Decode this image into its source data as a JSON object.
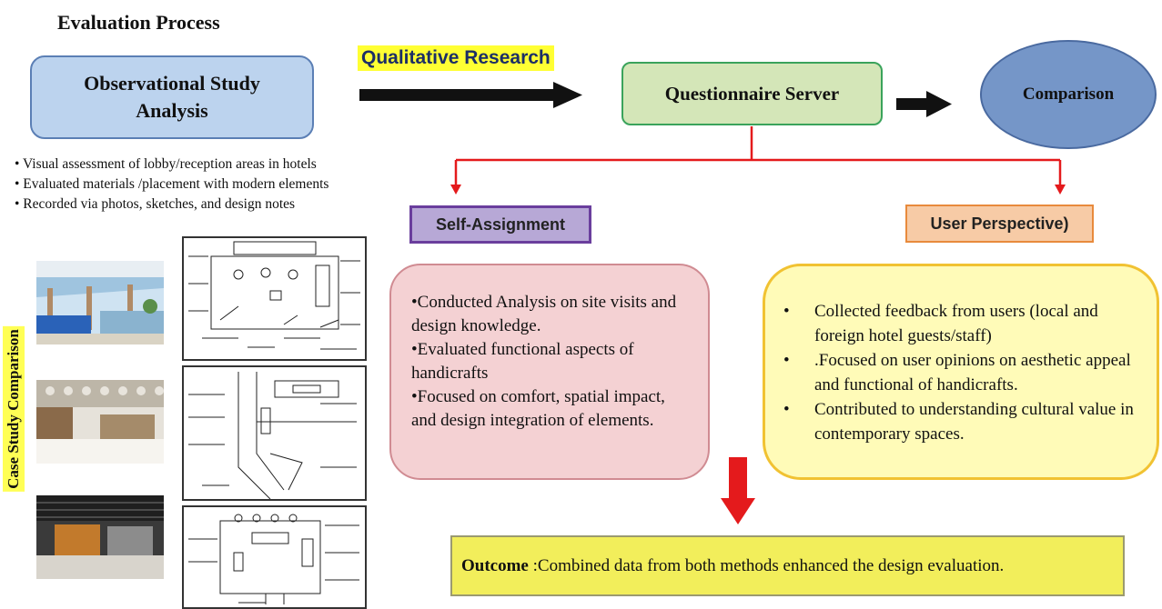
{
  "title": "Evaluation Process",
  "observational": {
    "line1": "Observational Study",
    "line2": "Analysis"
  },
  "qualitative_label": "Qualitative Research",
  "questionnaire": "Questionnaire Server",
  "comparison": "Comparison",
  "observation_bullets": [
    "• Visual assessment of lobby/reception areas in hotels",
    "• Evaluated materials /placement with modern elements",
    "• Recorded via photos, sketches, and design notes"
  ],
  "case_study_label": "Case Study Comparison",
  "self_assignment": {
    "label": "Self-Assignment",
    "items": [
      "•Conducted Analysis on site visits and design knowledge.",
      "•Evaluated functional aspects of handicrafts",
      "•Focused on comfort, spatial impact, and design integration of elements."
    ]
  },
  "user_perspective": {
    "label": "User Perspective)",
    "items": [
      "Collected feedback from users (local and foreign hotel guests/staff)",
      ".Focused on user opinions on aesthetic appeal and functional of handicrafts.",
      "Contributed to understanding cultural value  in contemporary spaces."
    ]
  },
  "outcome": {
    "bold": "Outcome",
    "text": " :Combined data from both methods enhanced the design evaluation."
  },
  "colors": {
    "arrow_black": "#111111",
    "arrow_red": "#e41a1c",
    "observational_fill": "#bcd3ee",
    "questionnaire_fill": "#d4e6b8",
    "comparison_fill": "#7596c8",
    "highlight": "#ffff33"
  },
  "photos": [
    "hotel-lobby-photo-blue",
    "hotel-lobby-photo-white",
    "hotel-lobby-photo-dark"
  ],
  "sketches": [
    "lobby-floorplan-sketch-1",
    "lobby-floorplan-sketch-2",
    "lobby-floorplan-sketch-3"
  ]
}
